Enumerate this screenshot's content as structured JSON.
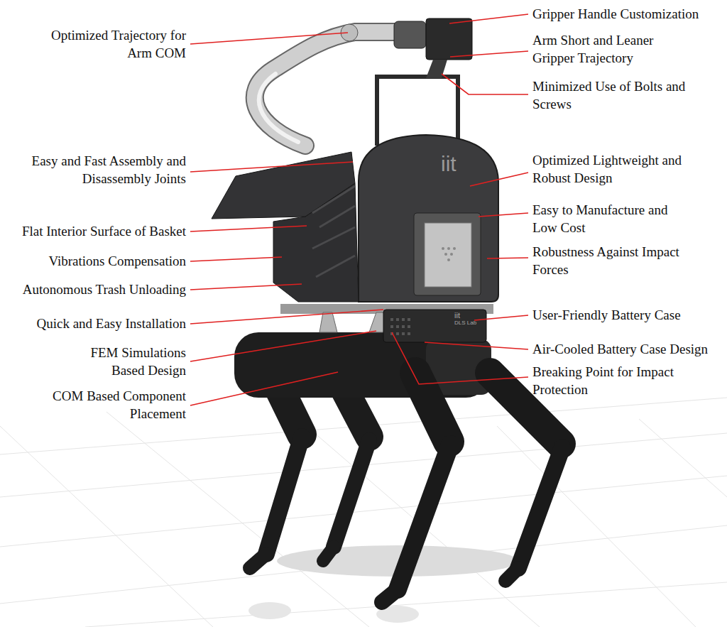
{
  "diagram": {
    "labels": [
      "Optimized Trajectory for Arm COM",
      "Easy and Fast Assembly and Disassembly Joints",
      "Flat Interior Surface of Basket",
      "Vibrations Compensation",
      "Autonomous Trash Unloading",
      "Quick and Easy Installation",
      "FEM Simulations Based Design",
      "COM Based Component Placement",
      "Gripper Handle Customization",
      "Arm Short and Leaner Gripper Trajectory",
      "Minimized Use of Bolts and Screws",
      "Optimized Lightweight and Robust Design",
      "Easy to Manufacture and Low Cost",
      "Robustness Against Impact Forces",
      "User-Friendly Battery Case",
      "Air-Cooled Battery Case Design",
      "Breaking Point for Impact Protection",
      "iit",
      "iit",
      "DLS Lab"
    ]
  }
}
